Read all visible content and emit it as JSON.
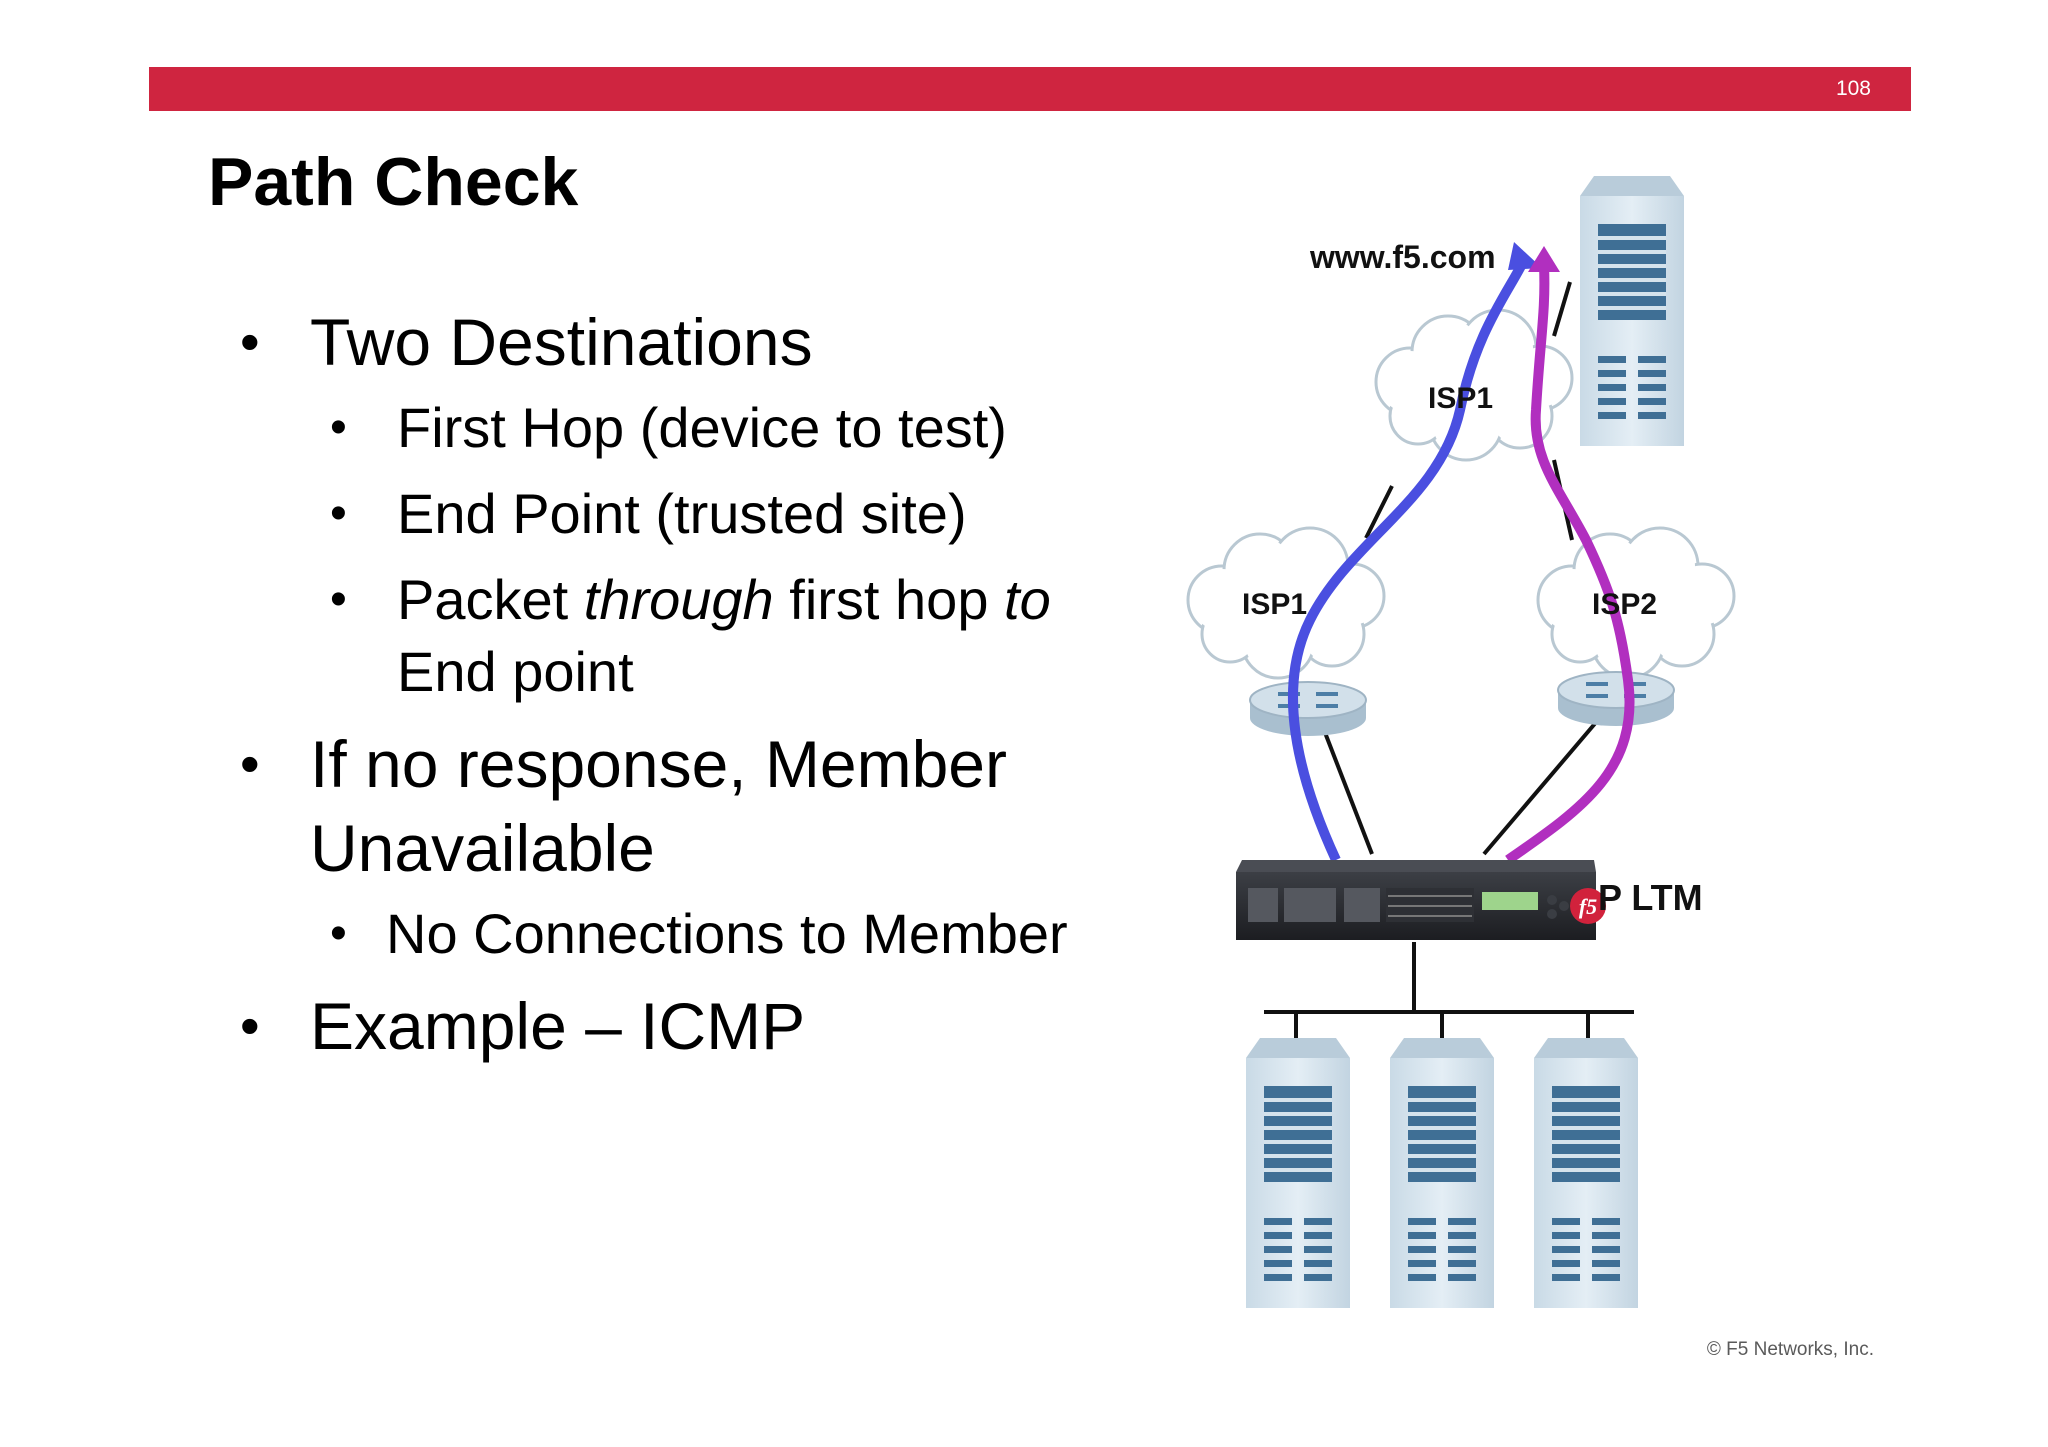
{
  "slide": {
    "page_number": "108",
    "title": "Path Check",
    "copyright": "© F5 Networks, Inc."
  },
  "bullets": {
    "b1": "Two Destinations",
    "b1_sub1": "First Hop (device to test)",
    "b1_sub2": "End Point (trusted site)",
    "b1_sub3_a": "Packet ",
    "b1_sub3_em1": "through",
    "b1_sub3_b": " first hop ",
    "b1_sub3_em2": "to",
    "b1_sub3_c": "End point",
    "b2_line1": "If no response, Member",
    "b2_line2": "Unavailable",
    "b2_sub1": "No Connections to Member",
    "b3": "Example – ICMP"
  },
  "diagram": {
    "site_label": "www.f5.com",
    "isp_top": "ISP1",
    "isp_left": "ISP1",
    "isp_right": "ISP2",
    "device_label": "P LTM",
    "colors": {
      "accent_bar": "#cf2540",
      "path_blue": "#4a4fe0",
      "path_purple": "#b12fbf",
      "server_body": "#d5e3ec",
      "server_slot": "#3f6f95"
    }
  }
}
